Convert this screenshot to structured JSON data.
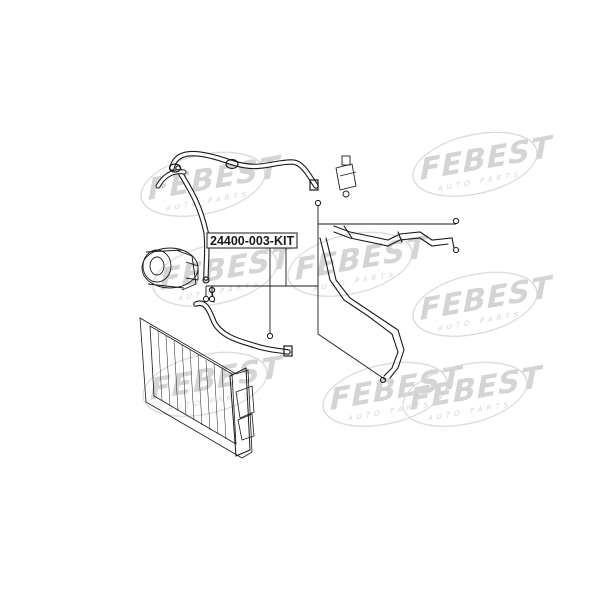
{
  "part_number": "24400-003-KIT",
  "watermark": {
    "brand": "FEBEST",
    "tagline": "AUTO PARTS"
  },
  "colors": {
    "line": "#1a1a1a",
    "watermark": "#d4d4d4",
    "background": "#ffffff"
  }
}
